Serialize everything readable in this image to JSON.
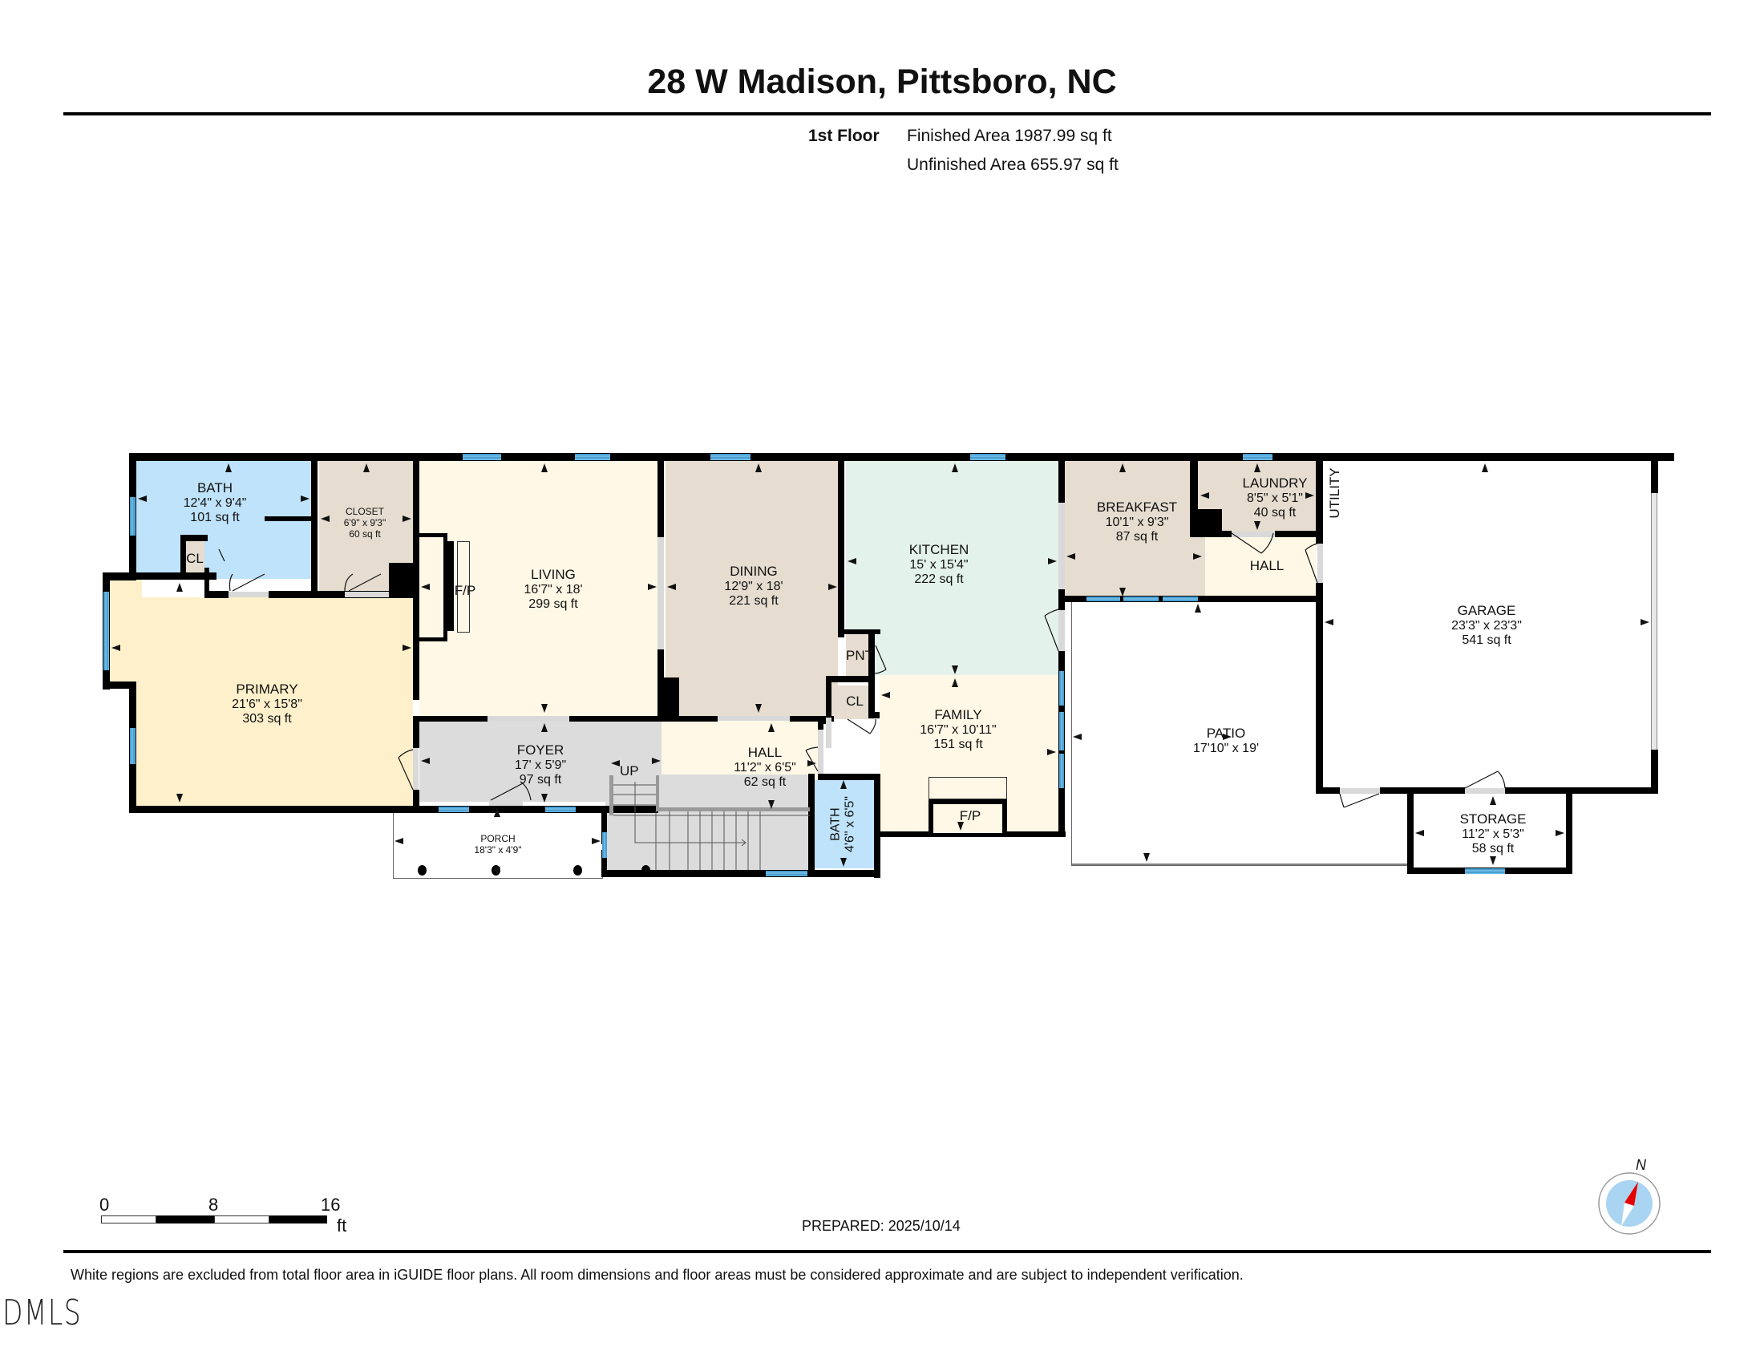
{
  "header": {
    "title": "28 W Madison, Pittsboro, NC",
    "floor_label": "1st Floor",
    "finished_area": "Finished Area 1987.99 sq ft",
    "unfinished_area": "Unfinished Area 655.97 sq ft"
  },
  "colors": {
    "wall": "#000000",
    "window": "#4a9fd1",
    "bath": "#bfe3fa",
    "closet": "#e6ddd0",
    "living": "#fff8e6",
    "primary": "#fdf0cb",
    "foyer": "#dcdcdc",
    "kitchen": "#e4f2ec",
    "unfinished": "#ffffff"
  },
  "rooms": {
    "bath_primary": {
      "name": "BATH",
      "dims": "12'4\" x 9'4\"",
      "area": "101 sq ft"
    },
    "closet": {
      "name": "CLOSET",
      "dims": "6'9\" x 9'3\"",
      "area": "60 sq ft"
    },
    "cl_bath": {
      "name": "CL"
    },
    "primary": {
      "name": "PRIMARY",
      "dims": "21'6\" x 15'8\"",
      "area": "303 sq ft"
    },
    "living": {
      "name": "LIVING",
      "dims": "16'7\" x 18'",
      "area": "299 sq ft",
      "fireplace": "F/P"
    },
    "dining": {
      "name": "DINING",
      "dims": "12'9\" x 18'",
      "area": "221 sq ft"
    },
    "kitchen": {
      "name": "KITCHEN",
      "dims": "15' x 15'4\"",
      "area": "222 sq ft"
    },
    "pantry": {
      "name": "PNT"
    },
    "cl_family": {
      "name": "CL"
    },
    "family": {
      "name": "FAMILY",
      "dims": "16'7\" x 10'11\"",
      "area": "151 sq ft",
      "fireplace": "F/P"
    },
    "breakfast": {
      "name": "BREAKFAST",
      "dims": "10'1\" x 9'3\"",
      "area": "87 sq ft"
    },
    "laundry": {
      "name": "LAUNDRY",
      "dims": "8'5\" x 5'1\"",
      "area": "40 sq ft"
    },
    "hall_laundry": {
      "name": "HALL"
    },
    "utility": {
      "name": "UTILITY"
    },
    "garage": {
      "name": "GARAGE",
      "dims": "23'3\" x 23'3\"",
      "area": "541 sq ft"
    },
    "foyer": {
      "name": "FOYER",
      "dims": "17' x 5'9\"",
      "area": "97 sq ft"
    },
    "hall": {
      "name": "HALL",
      "dims": "11'2\" x 6'5\"",
      "area": "62 sq ft",
      "stairs": "UP"
    },
    "bath_half": {
      "name": "BATH",
      "dims": "4'6\" x 6'5\""
    },
    "porch": {
      "name": "PORCH",
      "dims": "18'3\" x 4'9\""
    },
    "patio": {
      "name": "PATIO",
      "dims": "17'10\" x 19'"
    },
    "storage": {
      "name": "STORAGE",
      "dims": "11'2\" x 5'3\"",
      "area": "58 sq ft"
    }
  },
  "scale_bar": {
    "ticks": [
      "0",
      "8",
      "16"
    ],
    "unit": "ft"
  },
  "compass": {
    "label": "N"
  },
  "prepared": "PREPARED: 2025/10/14",
  "footer": {
    "disclaimer": "White regions are excluded from total floor area in iGUIDE floor plans. All room dimensions and floor areas must be considered approximate and are subject to independent verification.",
    "logo": "DMLS"
  }
}
